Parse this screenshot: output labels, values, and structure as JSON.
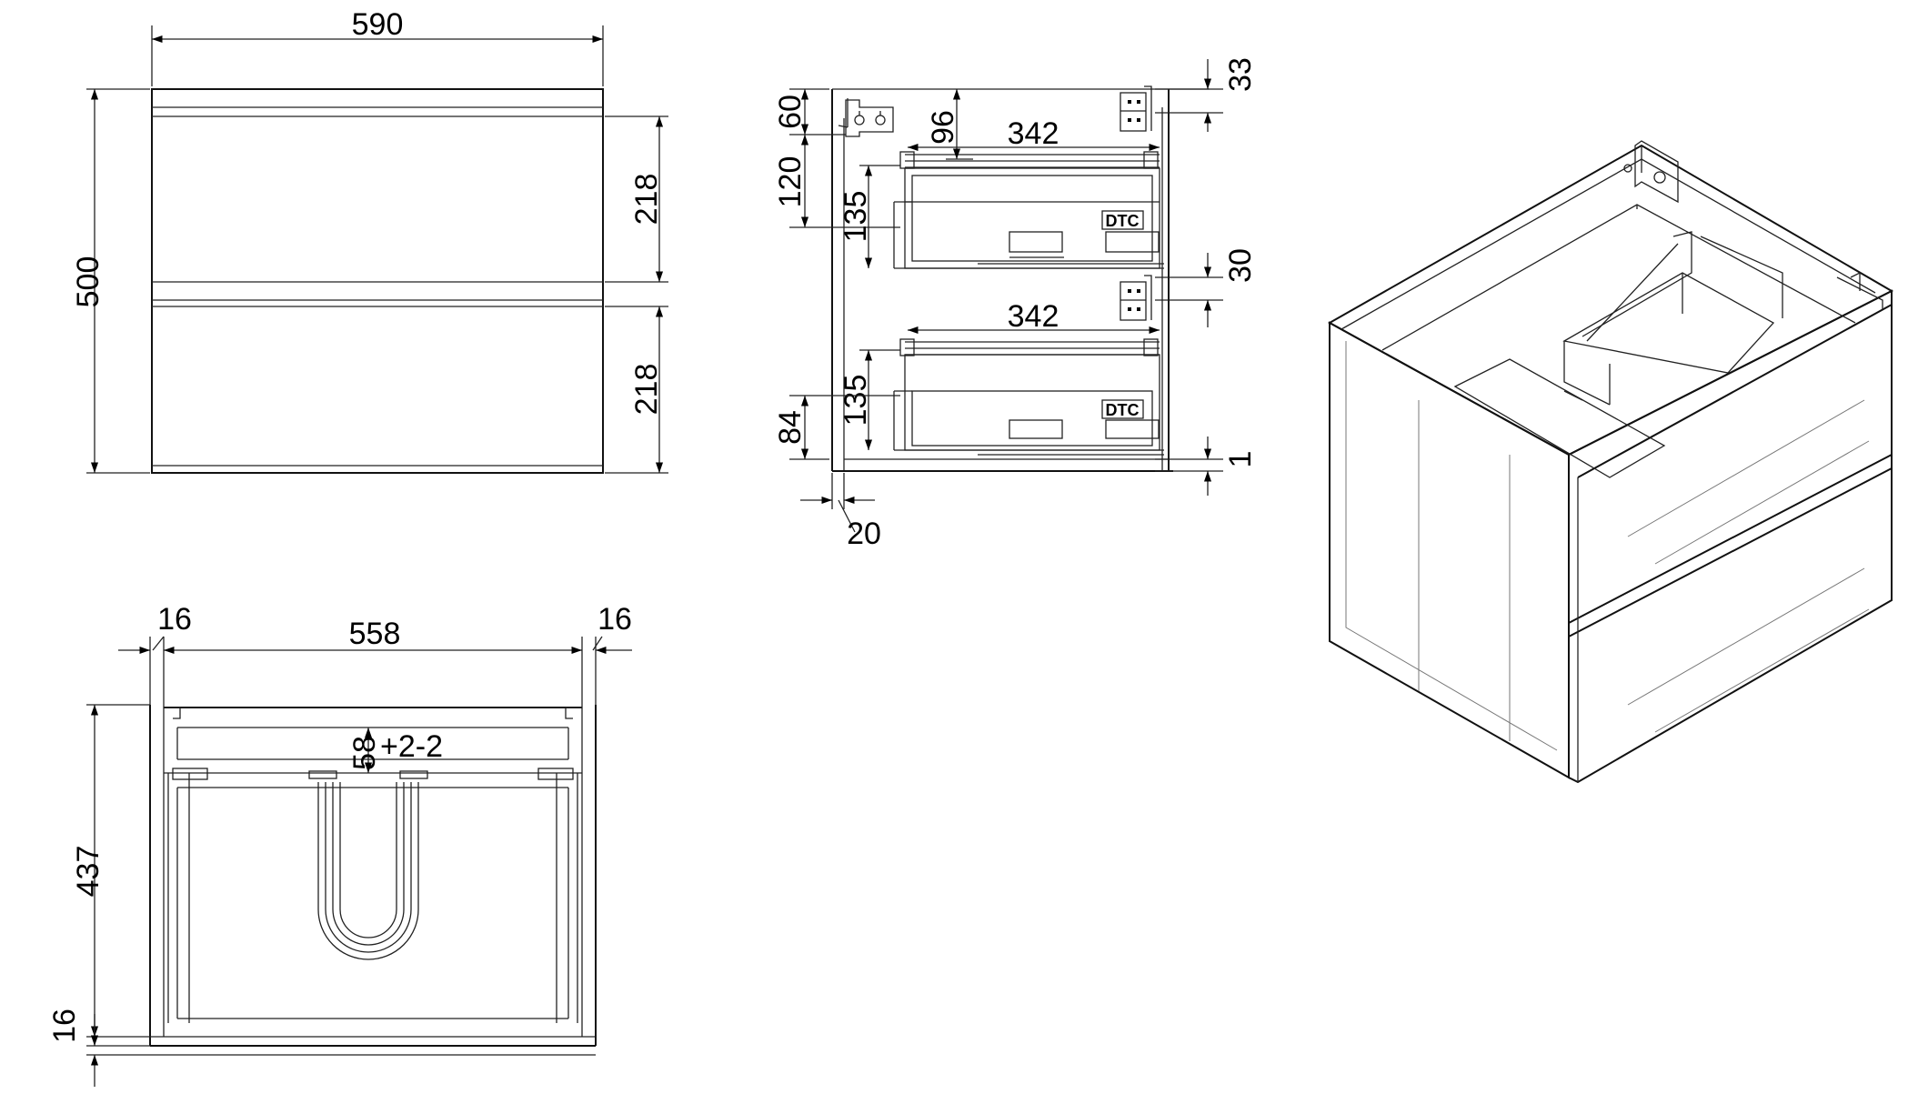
{
  "units": "mm",
  "front_view": {
    "width": "590",
    "height": "500",
    "drawer_top": "218",
    "drawer_bottom": "218"
  },
  "side_view": {
    "top_gap": "60",
    "top_bracket": "33",
    "upper_offset": "96",
    "upper_rail": "342",
    "upper_depth": "120",
    "upper_drawer": "135",
    "middle_gap": "30",
    "lower_rail": "342",
    "lower_drawer": "135",
    "lower_height": "84",
    "bottom_gap": "1",
    "back_panel": "20",
    "runner_logo": "DTC"
  },
  "top_view": {
    "left_side": "16",
    "inner_width": "558",
    "right_side": "16",
    "depth": "437",
    "bottom_panel": "16",
    "cutout": "58",
    "cutout_tolerance": "+2-2"
  }
}
